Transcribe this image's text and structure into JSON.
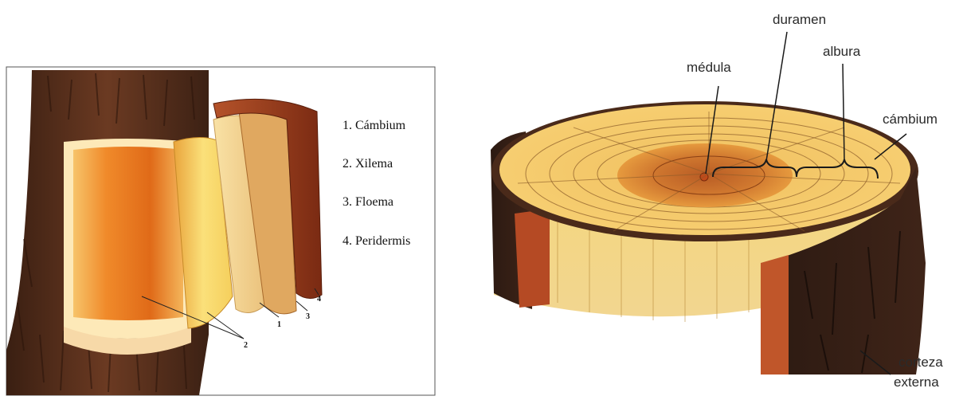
{
  "left_figure": {
    "legend": [
      "1. Cámbium",
      "2. Xilema",
      "3. Floema",
      "4. Peridermis"
    ],
    "callouts": [
      "2",
      "1",
      "3",
      "4"
    ]
  },
  "right_figure": {
    "labels": {
      "duramen": "duramen",
      "medula": "médula",
      "albura": "albura",
      "cambium": "cámbium",
      "corteza_line1": "corteza",
      "corteza_line2": "externa"
    }
  }
}
